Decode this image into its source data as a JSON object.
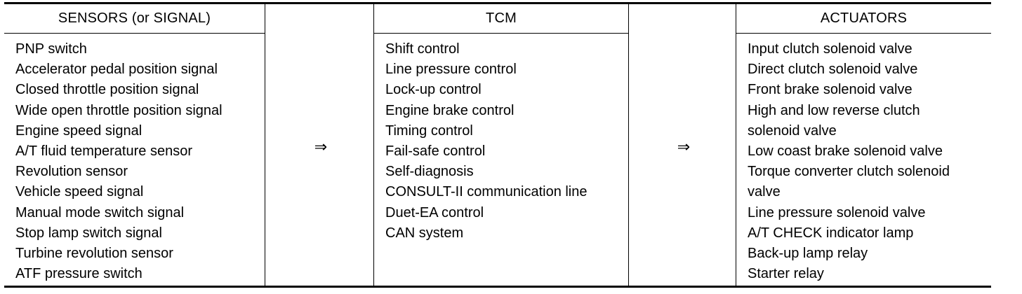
{
  "sensors": {
    "header": "SENSORS (or SIGNAL)",
    "items": [
      "PNP switch",
      "Accelerator pedal position signal",
      "Closed throttle position signal",
      "Wide open throttle position signal",
      "Engine speed signal",
      "A/T fluid temperature sensor",
      "Revolution sensor",
      "Vehicle speed signal",
      "Manual mode switch signal",
      "Stop lamp switch signal",
      "Turbine revolution sensor",
      "ATF pressure switch"
    ]
  },
  "arrow_1": "⇒",
  "tcm": {
    "header": "TCM",
    "items": [
      "Shift control",
      "Line pressure control",
      "Lock-up control",
      "Engine brake control",
      "Timing control",
      "Fail-safe control",
      "Self-diagnosis",
      "CONSULT-II communication line",
      "Duet-EA control",
      "CAN system"
    ]
  },
  "arrow_2": "⇒",
  "actuators": {
    "header": "ACTUATORS",
    "items": [
      "Input clutch solenoid valve",
      "Direct clutch solenoid valve",
      "Front brake solenoid valve",
      "High and low reverse clutch",
      "solenoid valve",
      "Low coast brake solenoid valve",
      "Torque converter clutch solenoid",
      "valve",
      "Line pressure solenoid valve",
      "A/T CHECK indicator lamp",
      "Back-up lamp relay",
      "Starter relay"
    ]
  }
}
